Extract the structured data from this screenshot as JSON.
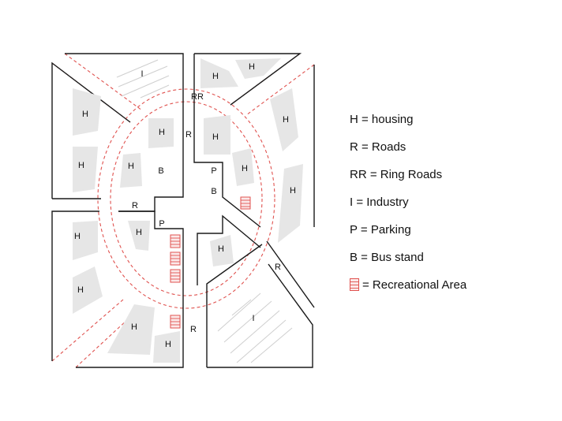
{
  "map": {
    "labels": {
      "housing": "H",
      "roads": "R",
      "ring_roads": "RR",
      "industry": "I",
      "parking": "P",
      "bus_stand": "B"
    }
  },
  "legend": {
    "items": [
      {
        "key": "housing",
        "text": "H = housing"
      },
      {
        "key": "roads",
        "text": "R = Roads"
      },
      {
        "key": "ring_roads",
        "text": "RR = Ring Roads"
      },
      {
        "key": "industry",
        "text": "I = Industry"
      },
      {
        "key": "parking",
        "text": "P = Parking"
      },
      {
        "key": "bus_stand",
        "text": "B = Bus stand"
      },
      {
        "key": "recreational",
        "text": "= Recreational Area",
        "icon": "recreational-area-icon"
      }
    ]
  },
  "colors": {
    "block_outline": "#1a1a1a",
    "zone_fill": "#e6e6e6",
    "ring_road_dash": "#e0524f",
    "recreational": "#e0524f"
  }
}
